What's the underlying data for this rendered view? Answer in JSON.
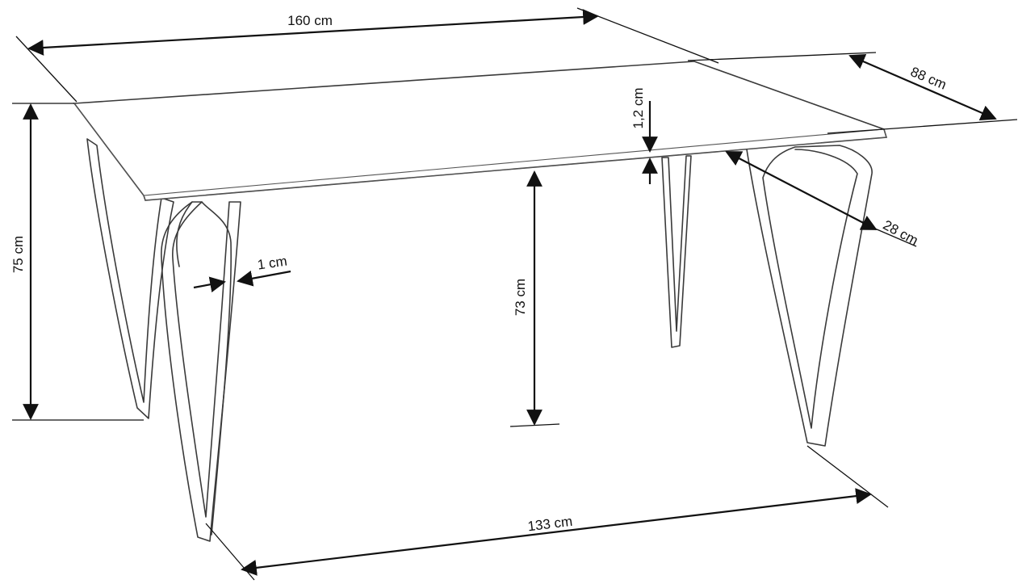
{
  "dimensions": {
    "length": "160 cm",
    "depth": "88 cm",
    "height_total": "75 cm",
    "height_under_top": "73 cm",
    "top_thickness": "1,2 cm",
    "leg_thickness": "1 cm",
    "leg_span_length": "133 cm",
    "leg_offset": "28 cm"
  }
}
